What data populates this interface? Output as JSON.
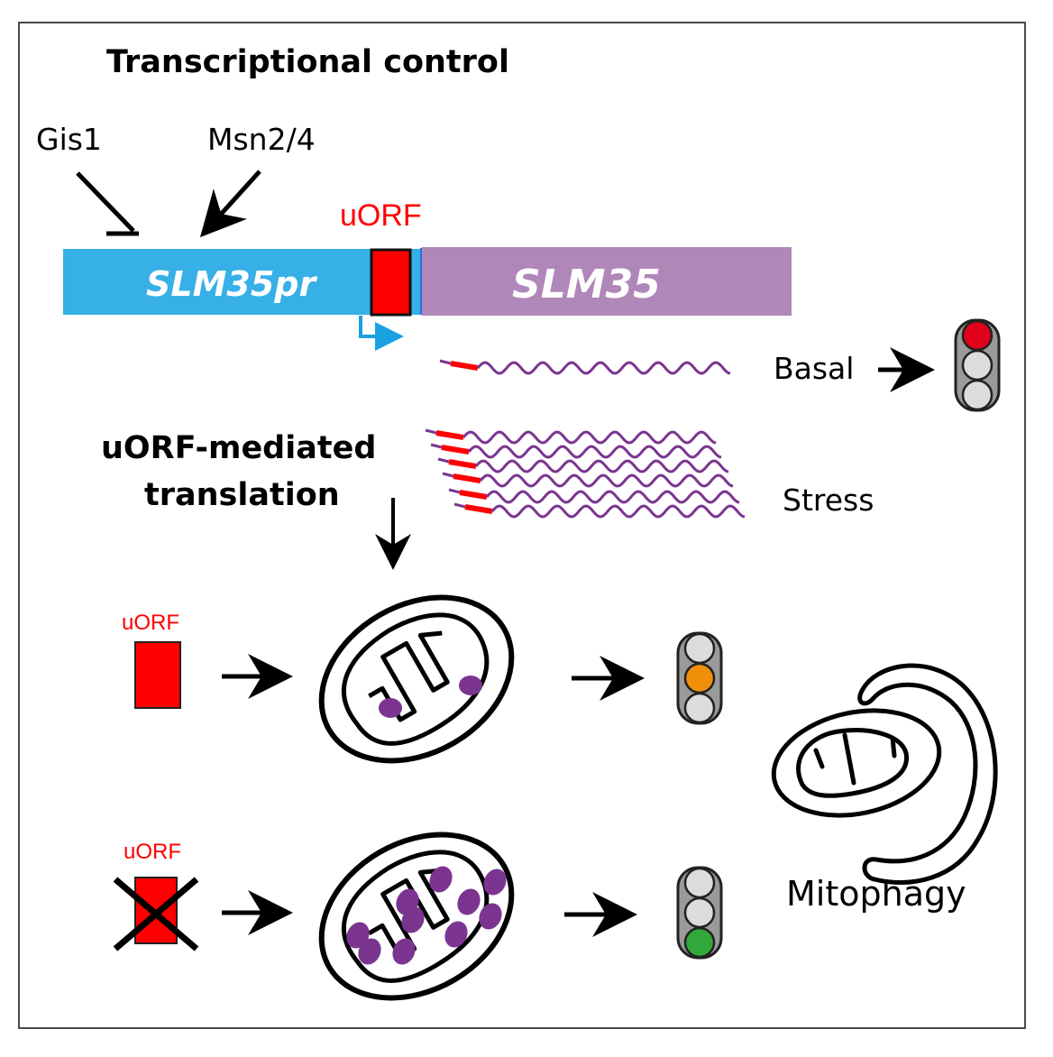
{
  "title": "Transcriptional control",
  "regulators": {
    "repressor": "Gis1",
    "activator": "Msn2/4"
  },
  "gene": {
    "promoter_label": "SLM35pr",
    "uorf_label": "uORF",
    "orf_label": "SLM35"
  },
  "conditions": {
    "basal": "Basal",
    "stress": "Stress"
  },
  "translation_heading": {
    "line1": "uORF-mediated",
    "line2": "translation"
  },
  "rows": {
    "with_uorf_label": "uORF",
    "without_uorf_label": "uORF"
  },
  "outcome_label": "Mitophagy",
  "colors": {
    "promoter": "#36b0e6",
    "orf": "#b087b9",
    "uorf": "#ff0000",
    "mrna": "#7b3590",
    "light_off": "#dcdcdc",
    "light_red": "#e0001a",
    "light_orange": "#f0900a",
    "light_green": "#33a83a",
    "light_housing": "#9a9a9a"
  },
  "traffic_lights": {
    "basal": "red",
    "with_uorf": "orange",
    "without_uorf": "green"
  }
}
